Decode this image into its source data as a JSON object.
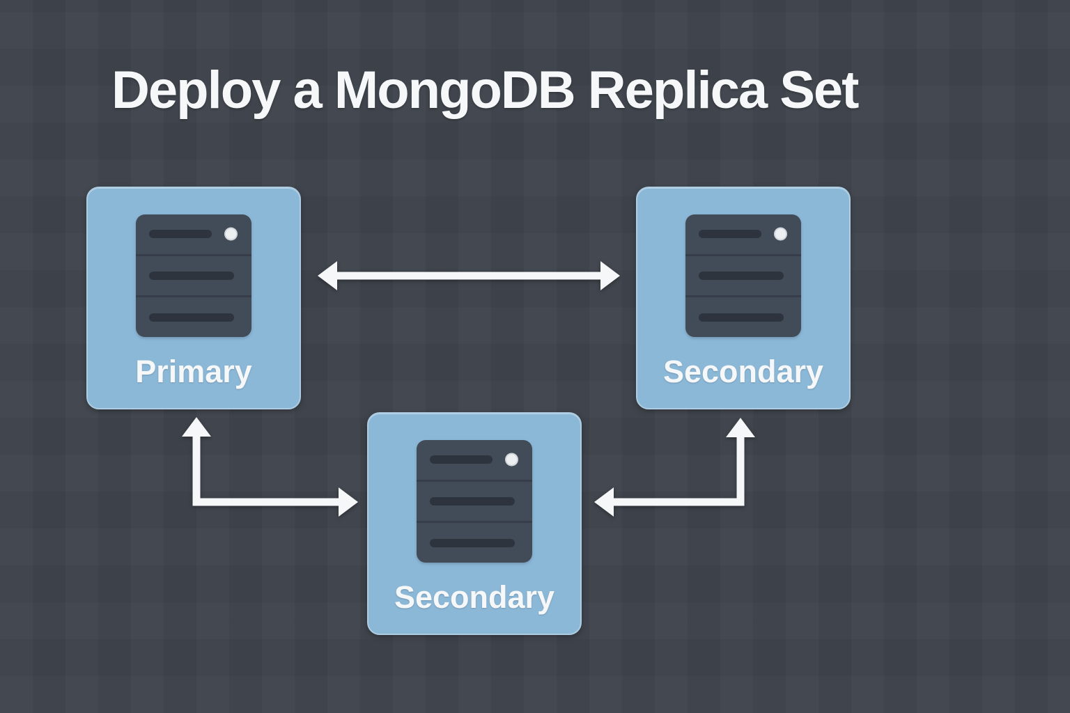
{
  "title": "Deploy a MongoDB Replica Set",
  "nodes": [
    {
      "id": "primary",
      "label": "Primary",
      "role": "primary"
    },
    {
      "id": "secondary-right",
      "label": "Secondary",
      "role": "secondary"
    },
    {
      "id": "secondary-bottom",
      "label": "Secondary",
      "role": "secondary"
    }
  ],
  "connections": [
    {
      "from": "primary",
      "to": "secondary-right",
      "direction": "bidirectional",
      "shape": "horizontal"
    },
    {
      "from": "secondary-bottom",
      "to": "primary",
      "direction": "one-way",
      "shape": "elbow-right-then-up"
    },
    {
      "from": "secondary-bottom",
      "to": "secondary-right",
      "direction": "one-way",
      "shape": "elbow-left-then-up"
    }
  ],
  "colors": {
    "background": "#3f444c",
    "node_fill": "#8cb8d8",
    "node_border": "#aecde2",
    "server_body": "#424b58",
    "server_bar": "#2e343e",
    "server_divider": "rgba(0,0,0,0.16)",
    "led": "#edf0f2",
    "arrow": "#f5f7f8",
    "text": "#f5f7f8"
  }
}
